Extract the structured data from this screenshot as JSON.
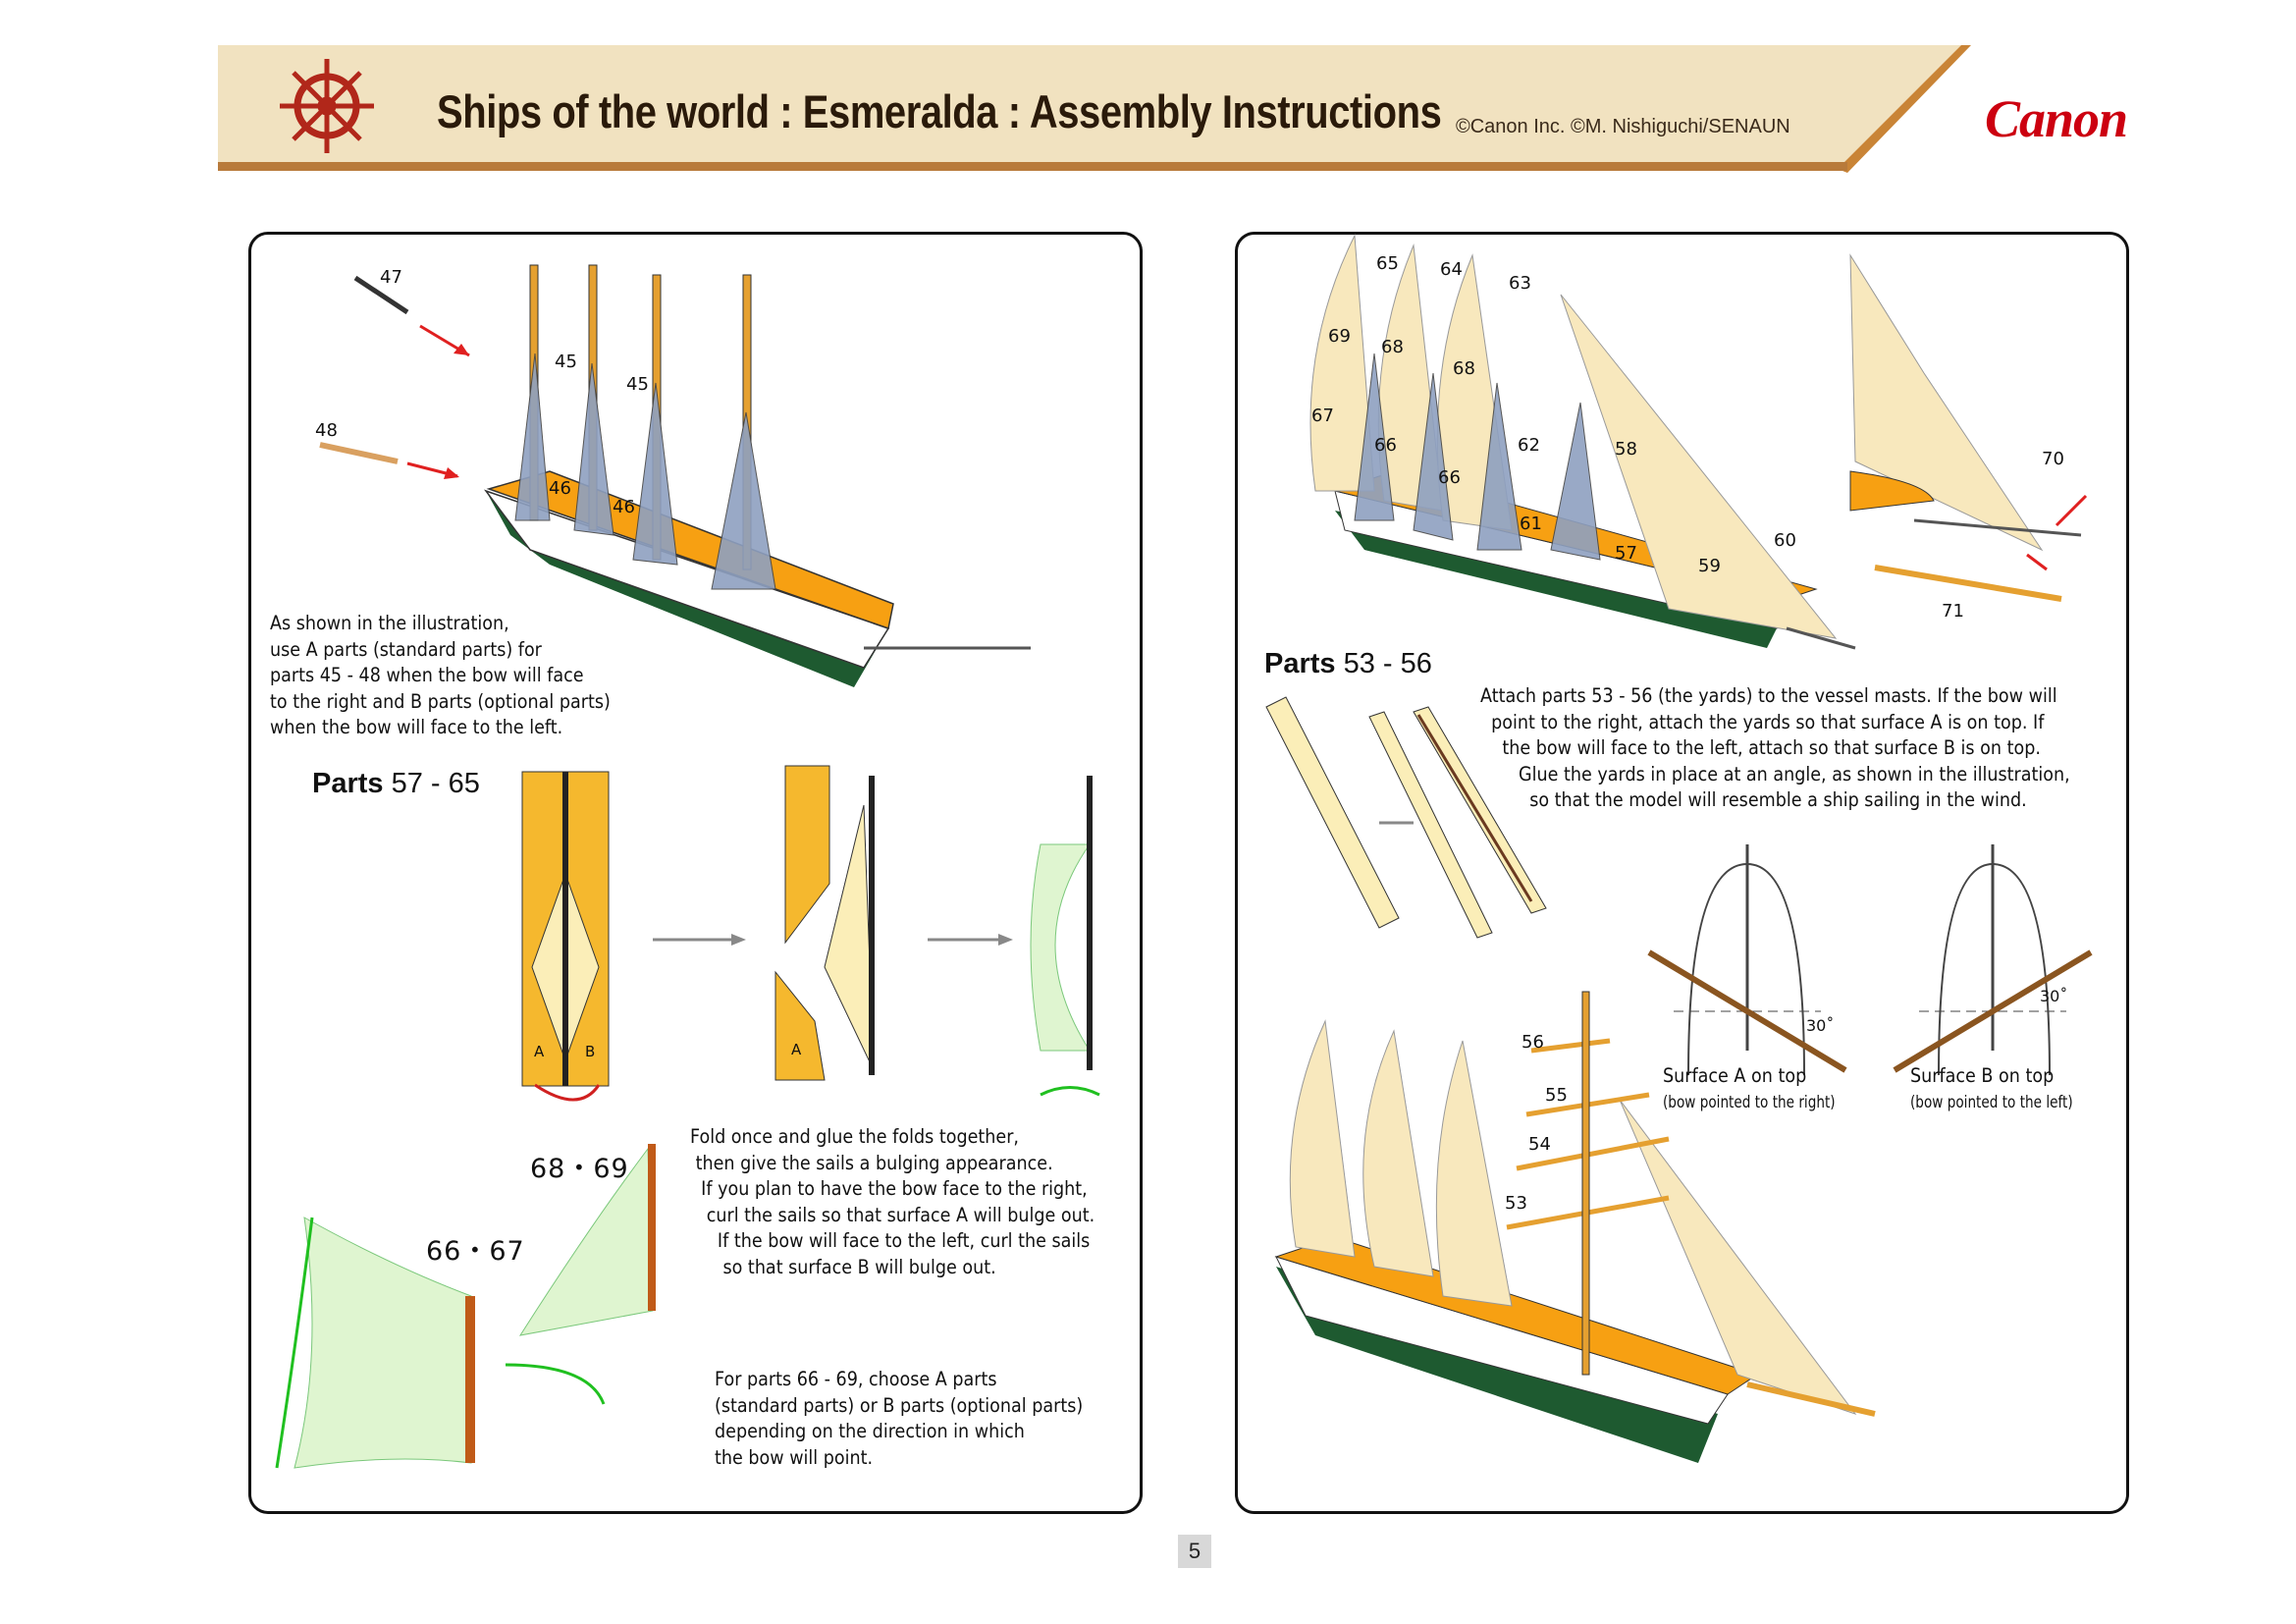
{
  "header": {
    "title": "Ships of the world : Esmeralda : Assembly Instructions",
    "copyright": "©Canon Inc. ©M. Nishiguchi/SENAUN",
    "logo": "Canon",
    "icon": "ship-wheel-icon"
  },
  "left": {
    "parts_labels": {
      "p47": "47",
      "p45a": "45",
      "p45b": "45",
      "p48": "48",
      "p46a": "46",
      "p46b": "46"
    },
    "intro_text": "As shown in the illustration,\nuse A parts (standard parts) for\nparts 45 - 48 when the bow will face\nto the right and B parts (optional parts)\nwhen the bow will face to the left.",
    "sails_heading": {
      "word": "Parts",
      "range": "57 - 65"
    },
    "fold_label_a": "A",
    "fold_label_b": "B",
    "fold_label_a2": "A",
    "fold_text": "Fold once and glue the folds together,\n then give the sails a bulging appearance.\n  If you plan to have the bow face to the right,\n   curl the sails so that surface A will bulge out.\n     If the bow will face to the left, curl the sails\n      so that surface B will bulge out.",
    "p6869": "68・69",
    "p6667": "66・67",
    "choose_text": "For parts 66 - 69, choose A parts\n(standard parts) or B parts (optional parts)\ndepending on the direction in which\nthe bow will point."
  },
  "right": {
    "sail_labels": [
      "65",
      "64",
      "63",
      "69",
      "68",
      "68",
      "67",
      "66",
      "62",
      "66",
      "58",
      "61",
      "57",
      "59",
      "60"
    ],
    "detail_labels": {
      "p70": "70",
      "p71": "71"
    },
    "yards_heading": {
      "word": "Parts",
      "range": "53 - 56"
    },
    "yards_text": "Attach parts 53 - 56 (the yards) to the vessel masts. If the bow will\n  point to the right, attach the yards so that surface A is on top. If\n    the bow will face to the left, attach so that surface B is on top.\n       Glue the yards in place at an angle, as shown in the illustration,\n         so that the model will resemble a ship sailing in the wind.",
    "angle_a": "30˚",
    "angle_b": "30˚",
    "surface_a": "Surface A on top",
    "surface_a_note": "(bow pointed to the right)",
    "surface_b": "Surface B on top",
    "surface_b_note": "(bow pointed to the left)",
    "yard_labels": {
      "p56": "56",
      "p55": "55",
      "p54": "54",
      "p53": "53"
    }
  },
  "page_number": "5"
}
